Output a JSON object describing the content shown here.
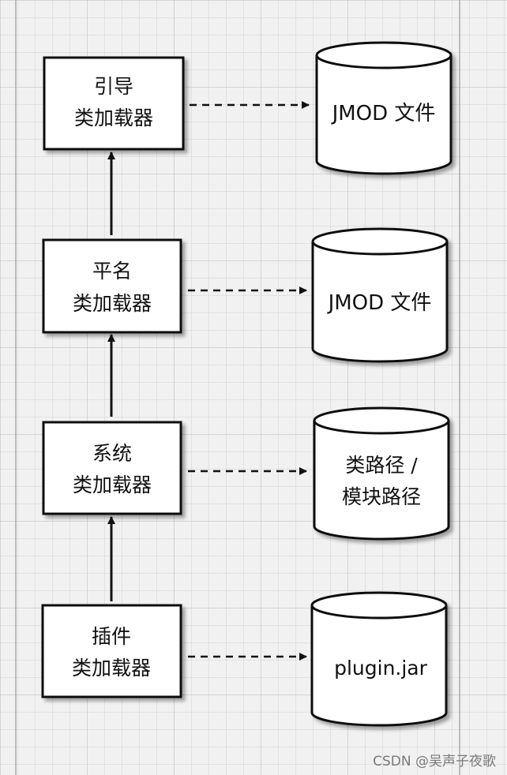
{
  "loaders": [
    {
      "line1": "引导",
      "line2": "类加载器"
    },
    {
      "line1": "平名",
      "line2": "类加载器"
    },
    {
      "line1": "系统",
      "line2": "类加载器"
    },
    {
      "line1": "插件",
      "line2": "类加载器"
    }
  ],
  "stores": [
    {
      "line1": "JMOD 文件",
      "line2": ""
    },
    {
      "line1": "JMOD 文件",
      "line2": ""
    },
    {
      "line1": "类路径 /",
      "line2": "模块路径"
    },
    {
      "line1": "plugin.jar",
      "line2": ""
    }
  ],
  "watermark": "CSDN @吴声子夜歌"
}
